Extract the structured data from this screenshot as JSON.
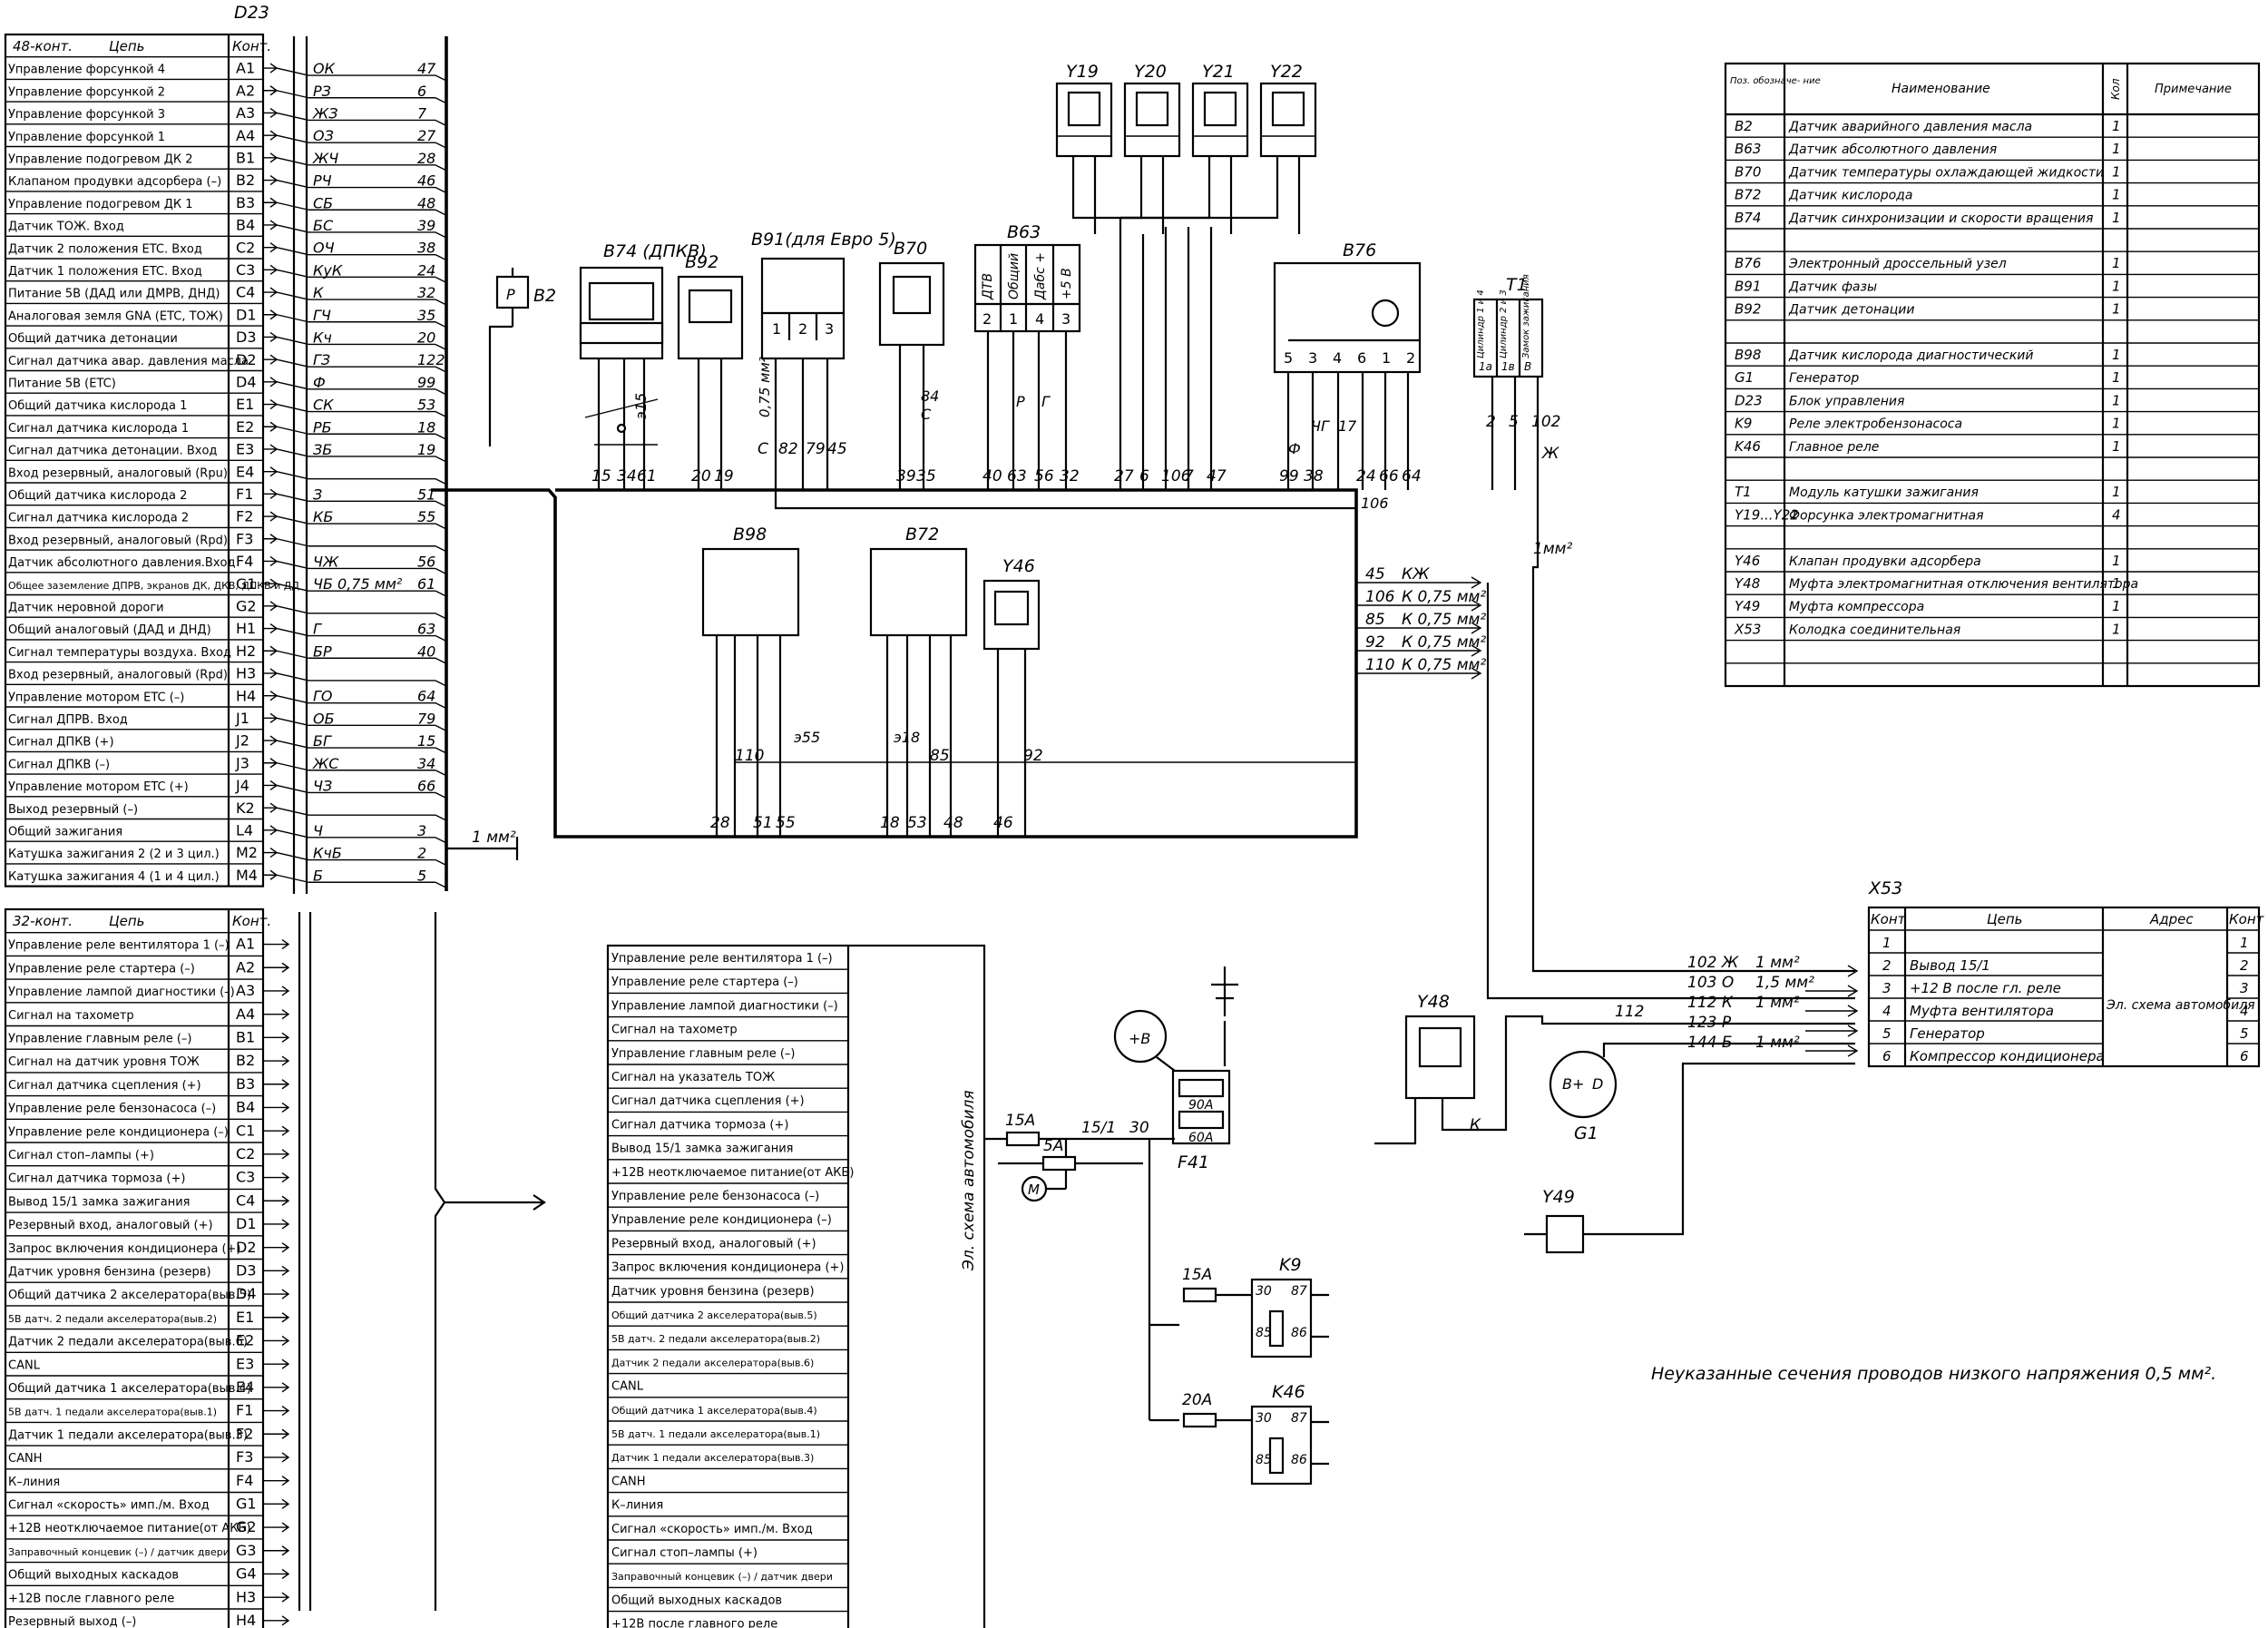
{
  "d23": {
    "title": "D23",
    "head48": {
      "kont": "48-конт.",
      "chain": "Цепь",
      "k": "Конт."
    },
    "head32": {
      "kont": "32-конт.",
      "chain": "Цепь",
      "k": "Конт."
    },
    "rows48": [
      {
        "label": "Управление форсункой 4",
        "pin": "A1",
        "code": "ОК",
        "num": "47"
      },
      {
        "label": "Управление форсункой 2",
        "pin": "A2",
        "code": "РЗ",
        "num": "6"
      },
      {
        "label": "Управление форсункой 3",
        "pin": "A3",
        "code": "ЖЗ",
        "num": "7"
      },
      {
        "label": "Управление форсункой 1",
        "pin": "A4",
        "code": "ОЗ",
        "num": "27"
      },
      {
        "label": "Управление подогревом ДК 2",
        "pin": "B1",
        "code": "ЖЧ",
        "num": "28"
      },
      {
        "label": "Клапаном продувки адсорбера (–)",
        "pin": "B2",
        "code": "РЧ",
        "num": "46"
      },
      {
        "label": "Управление подогревом ДК 1",
        "pin": "B3",
        "code": "СБ",
        "num": "48"
      },
      {
        "label": "Датчик ТОЖ. Вход",
        "pin": "B4",
        "code": "БС",
        "num": "39"
      },
      {
        "label": "Датчик 2 положения ETC. Вход",
        "pin": "C2",
        "code": "ОЧ",
        "num": "38"
      },
      {
        "label": "Датчик 1 положения ETC. Вход",
        "pin": "C3",
        "code": "КуК",
        "num": "24"
      },
      {
        "label": "Питание 5В (ДАД или ДМРВ, ДНД)",
        "pin": "C4",
        "code": "К",
        "num": "32"
      },
      {
        "label": "Аналоговая земля GNA (ETC, ТОЖ)",
        "pin": "D1",
        "code": "ГЧ",
        "num": "35"
      },
      {
        "label": "Общий датчика детонации",
        "pin": "D3",
        "code": "Кч",
        "num": "20"
      },
      {
        "label": "Сигнал датчика авар. давления масла",
        "pin": "D2",
        "code": "ГЗ",
        "num": "122"
      },
      {
        "label": "Питание 5В (ETC)",
        "pin": "D4",
        "code": "Ф",
        "num": "99"
      },
      {
        "label": "Общий датчика кислорода 1",
        "pin": "E1",
        "code": "СК",
        "num": "53"
      },
      {
        "label": "Сигнал датчика кислорода 1",
        "pin": "E2",
        "code": "РБ",
        "num": "18"
      },
      {
        "label": "Сигнал датчика детонации. Вход",
        "pin": "E3",
        "code": "ЗБ",
        "num": "19"
      },
      {
        "label": "Вход резервный, аналоговый (Rpu)",
        "pin": "E4",
        "code": "",
        "num": ""
      },
      {
        "label": "Общий датчика кислорода 2",
        "pin": "F1",
        "code": "З",
        "num": "51"
      },
      {
        "label": "Сигнал датчика кислорода 2",
        "pin": "F2",
        "code": "КБ",
        "num": "55"
      },
      {
        "label": "Вход резервный, аналоговый (Rpd)",
        "pin": "F3",
        "code": "",
        "num": ""
      },
      {
        "label": "Датчик абсолютного давления.Вход",
        "pin": "F4",
        "code": "ЧЖ",
        "num": "56"
      },
      {
        "label": "Общее заземление ДПРВ, экранов ДК, ДКВ, ДПКВ и ДД",
        "pin": "G1",
        "code": "ЧБ 0,75 мм²",
        "num": "61"
      },
      {
        "label": "Датчик неровной дороги",
        "pin": "G2",
        "code": "",
        "num": ""
      },
      {
        "label": "Общий аналоговый (ДАД и ДНД)",
        "pin": "H1",
        "code": "Г",
        "num": "63"
      },
      {
        "label": "Сигнал температуры воздуха. Вход",
        "pin": "H2",
        "code": "БР",
        "num": "40"
      },
      {
        "label": "Вход резервный, аналоговый (Rpd)",
        "pin": "H3",
        "code": "",
        "num": ""
      },
      {
        "label": "Управление мотором ETC (–)",
        "pin": "H4",
        "code": "ГО",
        "num": "64"
      },
      {
        "label": "Сигнал ДПРВ. Вход",
        "pin": "J1",
        "code": "ОБ",
        "num": "79"
      },
      {
        "label": "Сигнал ДПКВ (+)",
        "pin": "J2",
        "code": "БГ",
        "num": "15"
      },
      {
        "label": "Сигнал ДПКВ (–)",
        "pin": "J3",
        "code": "ЖС",
        "num": "34"
      },
      {
        "label": "Управление мотором ETC (+)",
        "pin": "J4",
        "code": "ЧЗ",
        "num": "66"
      },
      {
        "label": "Выход резервный (–)",
        "pin": "K2",
        "code": "",
        "num": ""
      },
      {
        "label": "Общий зажигания",
        "pin": "L4",
        "code": "Ч",
        "num": "3"
      },
      {
        "label": "Катушка зажигания 2 (2 и 3 цил.)",
        "pin": "M2",
        "code": "КчБ",
        "num": "2"
      },
      {
        "label": "Катушка зажигания 4 (1 и 4 цил.)",
        "pin": "M4",
        "code": "Б",
        "num": "5"
      }
    ],
    "ground_label": "1 мм²",
    "rows32": [
      {
        "label": "Управление реле вентилятора 1 (–)",
        "pin": "A1"
      },
      {
        "label": "Управление реле стартера (–)",
        "pin": "A2"
      },
      {
        "label": "Управление лампой диагностики (–)",
        "pin": "A3"
      },
      {
        "label": "Сигнал на тахометр",
        "pin": "A4"
      },
      {
        "label": "Управление главным реле (–)",
        "pin": "B1"
      },
      {
        "label": "Сигнал на датчик уровня ТОЖ",
        "pin": "B2"
      },
      {
        "label": "Сигнал датчика сцепления (+)",
        "pin": "B3"
      },
      {
        "label": "Управление реле бензонасоса (–)",
        "pin": "B4"
      },
      {
        "label": "Управление реле кондиционера (–)",
        "pin": "C1"
      },
      {
        "label": "Сигнал стоп–лампы (+)",
        "pin": "C2"
      },
      {
        "label": "Сигнал датчика тормоза (+)",
        "pin": "C3"
      },
      {
        "label": "Вывод 15/1 замка зажигания",
        "pin": "C4"
      },
      {
        "label": "Резервный вход, аналоговый (+)",
        "pin": "D1"
      },
      {
        "label": "Запрос включения кондиционера (+)",
        "pin": "D2"
      },
      {
        "label": "Датчик уровня бензина (резерв)",
        "pin": "D3"
      },
      {
        "label": "Общий датчика 2 акселератора(выв.5)",
        "pin": "D4"
      },
      {
        "label": "5В датч. 2 педали акселератора(выв.2)",
        "pin": "E1"
      },
      {
        "label": "Датчик 2 педали акселератора(выв.6)",
        "pin": "E2"
      },
      {
        "label": "CANL",
        "pin": "E3"
      },
      {
        "label": "Общий датчика 1 акселератора(выв.4)",
        "pin": "E4"
      },
      {
        "label": "5В датч. 1 педали акселератора(выв.1)",
        "pin": "F1"
      },
      {
        "label": "Датчик 1 педали акселератора(выв.3)",
        "pin": "F2"
      },
      {
        "label": "CANH",
        "pin": "F3"
      },
      {
        "label": "К–линия",
        "pin": "F4"
      },
      {
        "label": "Сигнал «скорость» имп./м. Вход",
        "pin": "G1"
      },
      {
        "label": "+12В неотключаемое питание(от АКБ)",
        "pin": "G2"
      },
      {
        "label": "Заправочный концевик (–) / датчик двери",
        "pin": "G3"
      },
      {
        "label": "Общий выходных каскадов",
        "pin": "G4"
      },
      {
        "label": "+12В после главного реле",
        "pin": "H3"
      },
      {
        "label": "Резервный выход (–)",
        "pin": "H4"
      }
    ]
  },
  "mid_table": {
    "rows": [
      "Управление реле вентилятора 1 (–)",
      "Управление реле стартера (–)",
      "Управление лампой диагностики (–)",
      "Сигнал на тахометр",
      "Управление главным реле (–)",
      "Сигнал на указатель ТОЖ",
      "Сигнал датчика сцепления (+)",
      "Сигнал датчика тормоза (+)",
      "Вывод 15/1 замка зажигания",
      "+12В неотключаемое питание(от АКБ)",
      "Управление реле бензонасоса (–)",
      "Управление реле кондиционера (–)",
      "Резервный вход, аналоговый (+)",
      "Запрос включения кондиционера (+)",
      "Датчик уровня бензина (резерв)",
      "Общий датчика 2 акселератора(выв.5)",
      "5В датч. 2 педали акселератора(выв.2)",
      "Датчик 2 педали акселератора(выв.6)",
      "CANL",
      "Общий датчика 1 акселератора(выв.4)",
      "5В датч. 1 педали акселератора(выв.1)",
      "Датчик 1 педали акселератора(выв.3)",
      "CANH",
      "К–линия",
      "Сигнал «скорость» имп./м. Вход",
      "Сигнал стоп–лампы (+)",
      "Заправочный концевик (–) / датчик двери",
      "Общий выходных каскадов",
      "+12В после главного реле"
    ],
    "side_label": "Эл. схема автомобиля"
  },
  "components": {
    "b2": "B2",
    "p": "P",
    "b74": "B74 (ДПКВ)",
    "b92": "B92",
    "b91": "B91(для Евро 5)",
    "b70": "B70",
    "b63": "B63",
    "b76": "B76",
    "t1": "T1",
    "b98": "B98",
    "b72": "B72",
    "y46": "Y46",
    "y48": "Y48",
    "y49": "Y49",
    "g1": "G1",
    "k9": "K9",
    "k46": "K46",
    "f41": "F41",
    "y19": "Y19",
    "y20": "Y20",
    "y21": "Y21",
    "y22": "Y22",
    "b63_pins": [
      "ДТВ",
      "Общий",
      "Дабс +",
      "+5 В"
    ],
    "b63_nums": [
      "2",
      "1",
      "4",
      "3"
    ],
    "t1_pins": [
      "Цилиндр 1 и 4",
      "Цилиндр 2 и 3",
      "Замок зажигания"
    ],
    "t1_nums": [
      "1а",
      "1в",
      "В"
    ],
    "b76_nums": [
      "5",
      "3",
      "4",
      "6",
      "1",
      "2"
    ],
    "b91_nums": [
      "1",
      "2",
      "3"
    ],
    "g1_pins": [
      "B+",
      "D"
    ],
    "relay_pins": [
      "30",
      "87",
      "85",
      "86"
    ],
    "fuses": {
      "f15a": "15А",
      "f5a": "5А",
      "f90a": "90А",
      "f60a": "60А",
      "f15a2": "15А",
      "f20a": "20А"
    },
    "wires": {
      "w151": "15/1",
      "w30": "30",
      "w_b74": [
        "15",
        "34",
        "61"
      ],
      "w_b92": [
        "20",
        "19"
      ],
      "w_b91": [
        "С",
        "82",
        "79",
        "45"
      ],
      "w_b70": [
        "39",
        "35"
      ],
      "w_b63": [
        "40",
        "63",
        "56",
        "32"
      ],
      "w_y": [
        "27",
        "6",
        "106",
        "7",
        "47"
      ],
      "w_b76": [
        "99",
        "38",
        "24",
        "66",
        "64"
      ],
      "w_t1": [
        "2",
        "5",
        "102"
      ],
      "w_bot": [
        "28",
        "51",
        "55",
        "18",
        "53",
        "48",
        "46"
      ],
      "w_mid": [
        "110",
        "85",
        "92"
      ],
      "w_right": [
        {
          "n": "45",
          "c": "КЖ"
        },
        {
          "n": "106",
          "c": "К 0,75 мм²"
        },
        {
          "n": "85",
          "c": "К 0,75 мм²"
        },
        {
          "n": "92",
          "c": "К 0,75 мм²"
        },
        {
          "n": "110",
          "c": "К 0,75 мм²"
        }
      ],
      "w_x53": [
        {
          "n": "102 Ж",
          "s": "1 мм²"
        },
        {
          "n": "103 О",
          "s": "1,5 мм²"
        },
        {
          "n": "112 К",
          "s": "1 мм²"
        },
        {
          "n": "123 Р",
          "s": ""
        },
        {
          "n": "144 Б",
          "s": "1 мм²"
        }
      ],
      "misc": {
        "e15": "э15",
        "e18": "э18",
        "e55": "э55",
        "m106": "106",
        "m84": "84",
        "mC": "С",
        "mR": "Р",
        "mG": "Г",
        "mF": "Ф",
        "mChG": "ЧГ",
        "m17": "17",
        "m112": "112",
        "mK": "К",
        "mZh": "Ж",
        "mm1": "1мм²",
        "m075": "0,75 мм²"
      }
    },
    "b2_plus": "+В",
    "motor": "М"
  },
  "parts": {
    "head": [
      "Поз. обозначе- ние",
      "Наименование",
      "Кол",
      "Примечание"
    ],
    "rows": [
      {
        "pos": "B2",
        "name": "Датчик аварийного давления масла",
        "qty": "1"
      },
      {
        "pos": "B63",
        "name": "Датчик абсолютного давления",
        "qty": "1"
      },
      {
        "pos": "B70",
        "name": "Датчик температуры охлаждающей жидкости",
        "qty": "1"
      },
      {
        "pos": "B72",
        "name": "Датчик кислорода",
        "qty": "1"
      },
      {
        "pos": "B74",
        "name": "Датчик синхронизации и скорости вращения",
        "qty": "1"
      },
      {
        "pos": "",
        "name": "",
        "qty": ""
      },
      {
        "pos": "B76",
        "name": "Электронный дроссельный узел",
        "qty": "1"
      },
      {
        "pos": "B91",
        "name": "Датчик фазы",
        "qty": "1"
      },
      {
        "pos": "B92",
        "name": "Датчик детонации",
        "qty": "1"
      },
      {
        "pos": "",
        "name": "",
        "qty": ""
      },
      {
        "pos": "B98",
        "name": "Датчик кислорода диагностический",
        "qty": "1"
      },
      {
        "pos": "G1",
        "name": "Генератор",
        "qty": "1"
      },
      {
        "pos": "D23",
        "name": "Блок управления",
        "qty": "1"
      },
      {
        "pos": "K9",
        "name": "Реле электробензонасоса",
        "qty": "1"
      },
      {
        "pos": "K46",
        "name": "Главное реле",
        "qty": "1"
      },
      {
        "pos": "",
        "name": "",
        "qty": ""
      },
      {
        "pos": "T1",
        "name": "Модуль катушки зажигания",
        "qty": "1"
      },
      {
        "pos": "Y19...Y22",
        "name": "Форсунка электромагнитная",
        "qty": "4"
      },
      {
        "pos": "",
        "name": "",
        "qty": ""
      },
      {
        "pos": "Y46",
        "name": "Клапан продувки адсорбера",
        "qty": "1"
      },
      {
        "pos": "Y48",
        "name": "Муфта электромагнитная отключения вентилятора",
        "qty": "1"
      },
      {
        "pos": "Y49",
        "name": "Муфта компрессора",
        "qty": "1"
      },
      {
        "pos": "X53",
        "name": "Колодка соединительная",
        "qty": "1"
      },
      {
        "pos": "",
        "name": "",
        "qty": ""
      },
      {
        "pos": "",
        "name": "",
        "qty": ""
      }
    ]
  },
  "x53": {
    "title": "X53",
    "head": [
      "Конт",
      "Цепь",
      "Адрес",
      "Конт"
    ],
    "rows": [
      {
        "k": "1",
        "chain": "",
        "k2": "1"
      },
      {
        "k": "2",
        "chain": "Вывод 15/1",
        "k2": "2"
      },
      {
        "k": "3",
        "chain": "+12 В после гл. реле",
        "k2": "3"
      },
      {
        "k": "4",
        "chain": "Муфта вентилятора",
        "k2": "4"
      },
      {
        "k": "5",
        "chain": "Генератор",
        "k2": "5"
      },
      {
        "k": "6",
        "chain": "Компрессор кондиционера",
        "k2": "6"
      }
    ],
    "address": "Эл. схема автомобиля"
  },
  "note": "Неуказанные сечения проводов низкого напряжения 0,5 мм²."
}
